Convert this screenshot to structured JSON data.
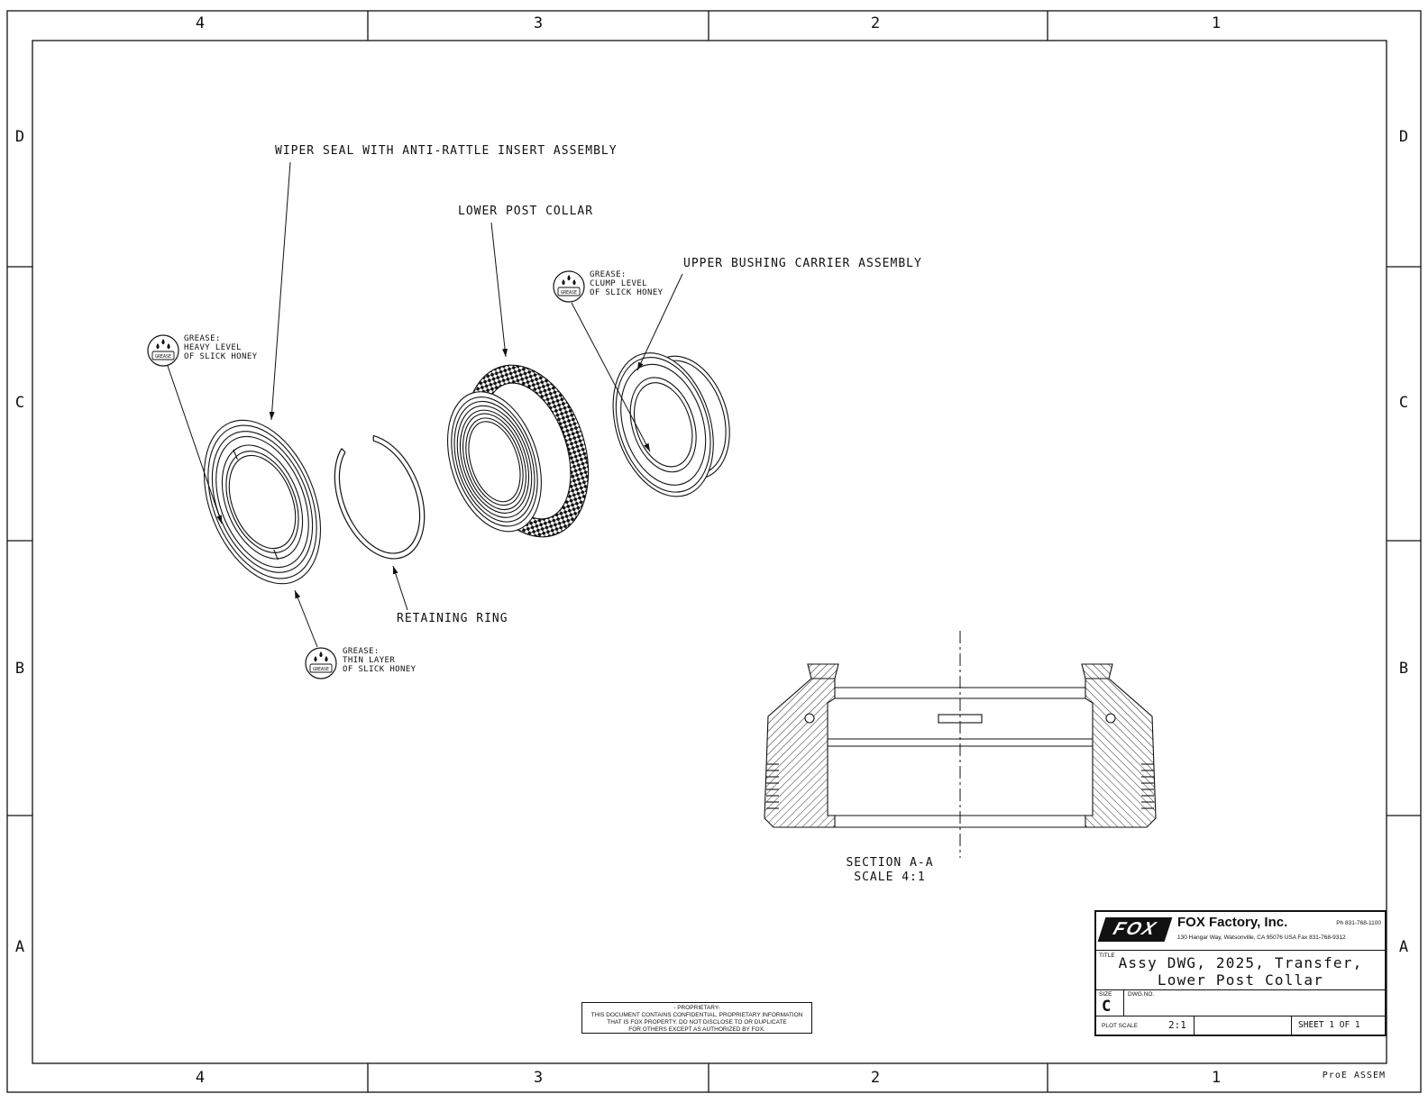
{
  "zones": {
    "columns": [
      "4",
      "3",
      "2",
      "1"
    ],
    "rows": [
      "D",
      "C",
      "B",
      "A"
    ]
  },
  "callouts": {
    "wiper_seal": "WIPER SEAL WITH ANTI-RATTLE INSERT ASSEMBLY",
    "lower_post_collar": "LOWER POST COLLAR",
    "upper_bushing_carrier": "UPPER BUSHING CARRIER ASSEMBLY",
    "retaining_ring": "RETAINING RING"
  },
  "grease": {
    "icon_label": "GREASE",
    "heavy": {
      "l1": "GREASE:",
      "l2": "HEAVY LEVEL",
      "l3": "OF SLICK HONEY"
    },
    "clump": {
      "l1": "GREASE:",
      "l2": "CLUMP LEVEL",
      "l3": "OF SLICK HONEY"
    },
    "thin": {
      "l1": "GREASE:",
      "l2": "THIN LAYER",
      "l3": "OF SLICK HONEY"
    }
  },
  "section_view": {
    "title": "SECTION A-A",
    "scale": "SCALE 4:1"
  },
  "title_block": {
    "logo": "FOX",
    "company": "FOX Factory, Inc.",
    "phone": "Ph 831-768-1100",
    "address": "130 Hangar Way, Watsonville, CA 95076 USA   Fax 831-768-9312",
    "title_label": "TITLE",
    "title_line1": "Assy DWG, 2025, Transfer,",
    "title_line2": "Lower Post Collar",
    "size_label": "SIZE",
    "size_value": "C",
    "dwg_no_label": "DWG.NO.",
    "plot_scale_label": "PLOT SCALE",
    "plot_scale_value": "2:1",
    "sheet_label": "SHEET 1 OF 1"
  },
  "proprietary_notice": {
    "l1": "- PROPRIETARY-",
    "l2": "THIS DOCUMENT CONTAINS CONFIDENTIAL, PROPRIETARY INFORMATION",
    "l3": "THAT IS FOX PROPERTY.  DO NOT DISCLOSE TO OR DUPLICATE",
    "l4": "FOR OTHERS EXCEPT AS AUTHORIZED BY FOX."
  },
  "footer_note": "ProE ASSEM"
}
